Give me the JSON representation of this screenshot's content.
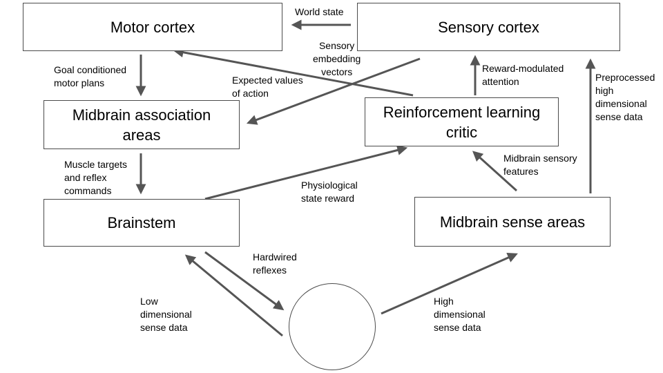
{
  "nodes": {
    "motor_cortex": "Motor cortex",
    "sensory_cortex": "Sensory cortex",
    "midbrain_association": "Midbrain association\nareas",
    "rl_critic": "Reinforcement learning\ncritic",
    "brainstem": "Brainstem",
    "midbrain_sense": "Midbrain sense areas"
  },
  "edges": {
    "world_state": "World state",
    "sensory_embedding": "Sensory\nembedding\nvectors",
    "goal_conditioned": "Goal conditioned\nmotor plans",
    "expected_values": "Expected values\nof action",
    "reward_modulated": "Reward-modulated\nattention",
    "preprocessed": "Preprocessed\nhigh\ndimensional\nsense data",
    "muscle_targets": "Muscle targets\nand reflex\ncommands",
    "midbrain_sensory_features": "Midbrain sensory\nfeatures",
    "physiological_reward": "Physiological\nstate reward",
    "hardwired_reflexes": "Hardwired\nreflexes",
    "low_dimensional": "Low\ndimensional\nsense data",
    "high_dimensional": "High\ndimensional\nsense data"
  },
  "colors": {
    "arrow": "#555555",
    "box_border": "#4a4a4a",
    "background": "#ffffff"
  }
}
